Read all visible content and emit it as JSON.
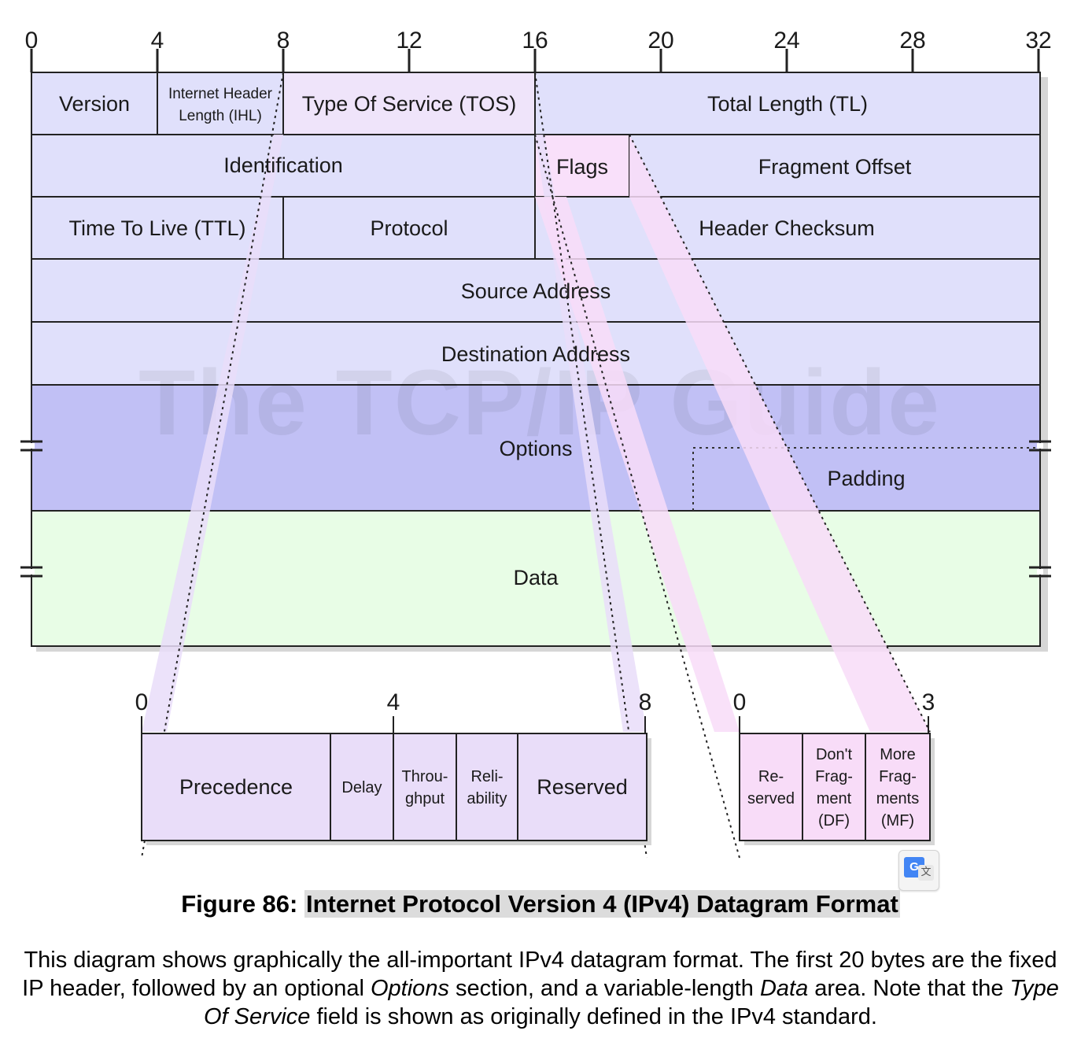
{
  "bit_ticks": [
    "0",
    "4",
    "8",
    "12",
    "16",
    "20",
    "24",
    "28",
    "32"
  ],
  "fields": {
    "version": "Version",
    "ihl_line1": "Internet Header",
    "ihl_line2": "Length (IHL)",
    "tos": "Type Of Service (TOS)",
    "total_length": "Total Length (TL)",
    "identification": "Identification",
    "flags": "Flags",
    "fragment_offset": "Fragment Offset",
    "ttl": "Time To Live (TTL)",
    "protocol": "Protocol",
    "header_checksum": "Header Checksum",
    "source_address": "Source Address",
    "destination_address": "Destination Address",
    "options": "Options",
    "padding": "Padding",
    "data": "Data"
  },
  "watermark": "The TCP/IP Guide",
  "tos_detail": {
    "ticks": [
      "0",
      "4",
      "8"
    ],
    "precedence": "Precedence",
    "delay": "Delay",
    "throughput_l1": "Throu-",
    "throughput_l2": "ghput",
    "reliability_l1": "Reli-",
    "reliability_l2": "ability",
    "reserved": "Reserved"
  },
  "flags_detail": {
    "ticks": [
      "0",
      "3"
    ],
    "reserved_l1": "Re-",
    "reserved_l2": "served",
    "df_l1": "Don't",
    "df_l2": "Frag-",
    "df_l3": "ment",
    "df_l4": "(DF)",
    "mf_l1": "More",
    "mf_l2": "Frag-",
    "mf_l3": "ments",
    "mf_l4": "(MF)"
  },
  "translate_icon": {
    "letter": "G",
    "glyph": "文"
  },
  "caption": {
    "prefix": "Figure 86: ",
    "title": "Internet Protocol Version 4 (IPv4) Datagram Format"
  },
  "description": {
    "p1": "This diagram shows graphically the all-important IPv4 datagram format. The first 20 bytes are the fixed IP header, followed by an optional ",
    "em1": "Options",
    "p2": " section, and a variable-length ",
    "em2": "Data",
    "p3": " area. Note that the ",
    "em3": "Type Of Service",
    "p4": " field is shown as originally defined in the IPv4 standard."
  },
  "colors": {
    "header": "#e0e0fb",
    "tos": "#efe4fa",
    "flags": "#f9e0fa",
    "options": "#c1c0f5",
    "data": "#e8fde6",
    "tos_fan": "#e9ddf9",
    "flags_fan": "#f8dcf8"
  }
}
